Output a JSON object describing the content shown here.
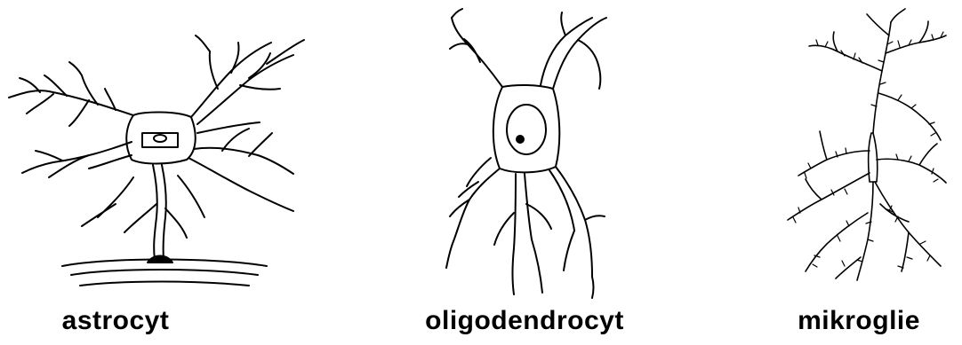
{
  "labels": {
    "astrocyte": "astrocyt",
    "oligodendrocyte": "oligodendrocyt",
    "microglia": "mikroglie"
  },
  "colors": {
    "line": "#000000",
    "background": "#ffffff"
  }
}
